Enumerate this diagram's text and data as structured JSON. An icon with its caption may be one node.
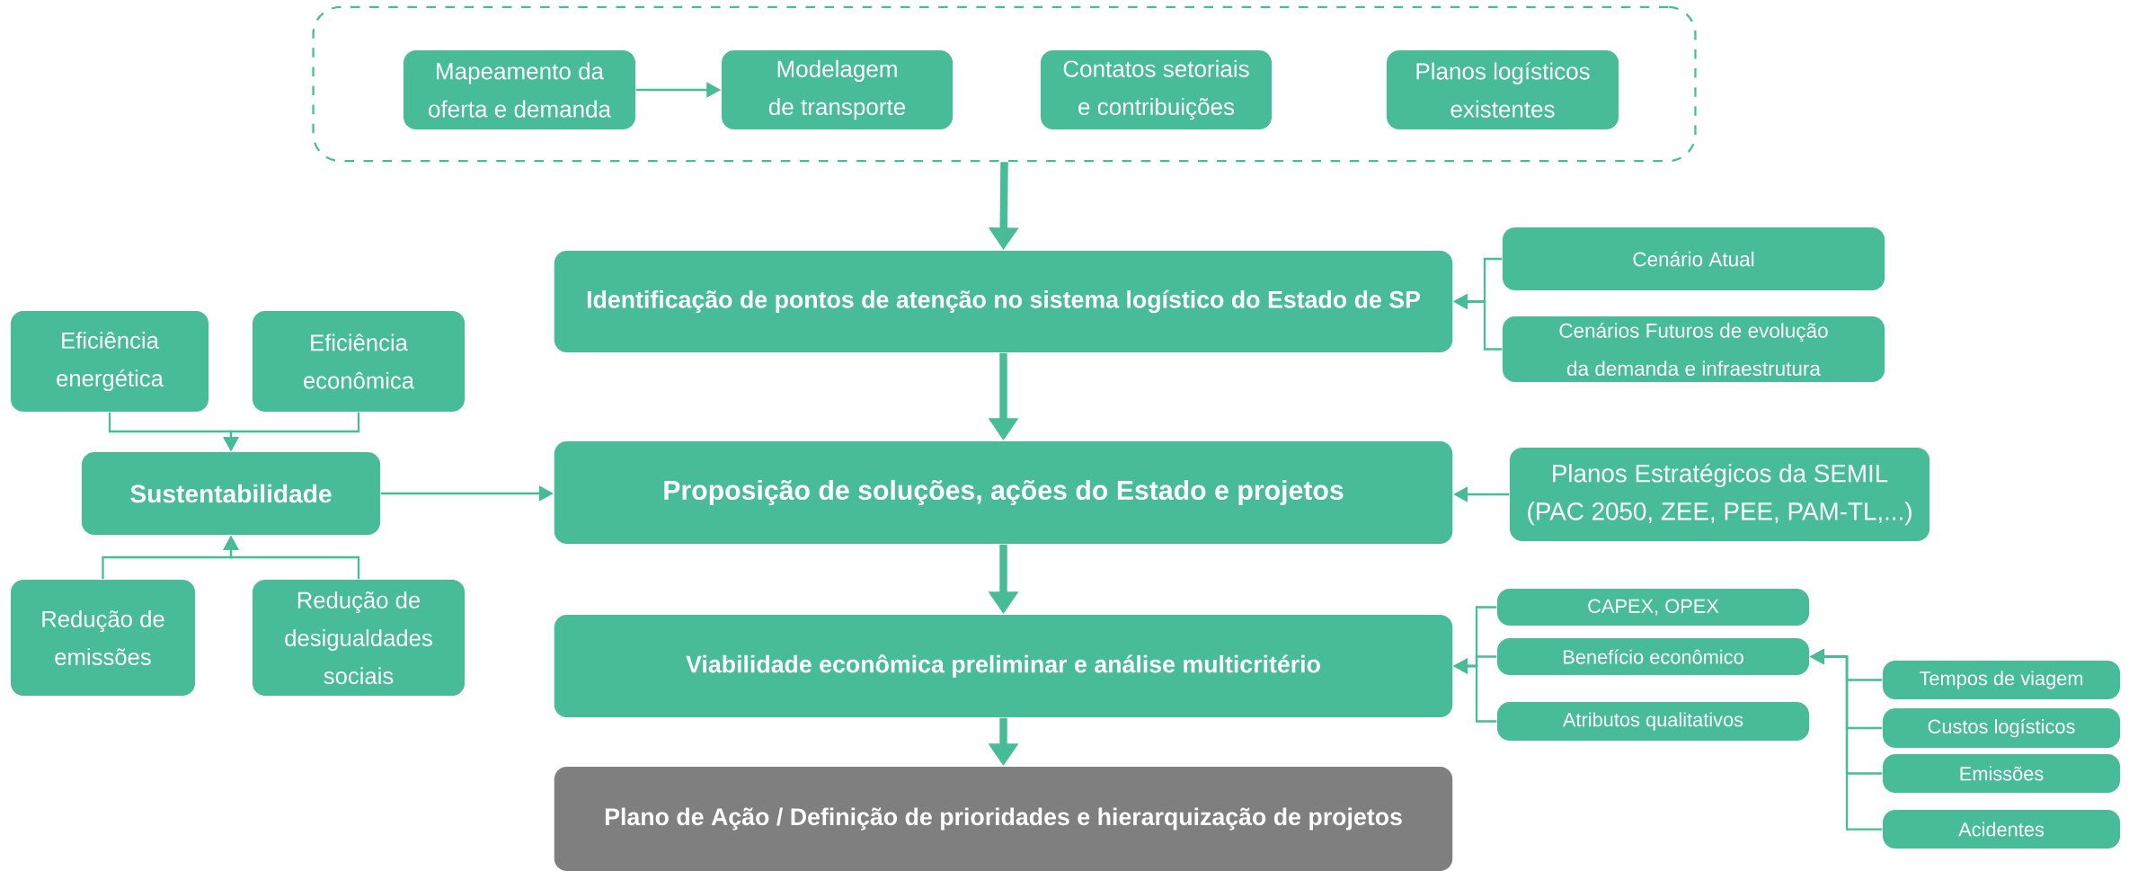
{
  "diagram": {
    "nodes": [
      {
        "text": [],
        "shape": "box"
      },
      {
        "text": [
          "Mapeamento da oferta e demanda"
        ],
        "in": 0
      },
      {
        "text": [
          "Modelagem de transporte"
        ],
        "in": 0
      },
      {
        "text": [
          "Contatos setoriais e contribuições"
        ],
        "in": 0
      },
      {
        "text": [
          "Planos logísticos existentes"
        ],
        "in": 0
      },
      {
        "text": [
          "Identificação de pontos de atenção no sistema logístico do Estado de SP"
        ]
      },
      {
        "text": [
          "Cenário Atual"
        ]
      },
      {
        "text": [
          "Cenários Futuros de evolução da demanda e infraestrutura"
        ]
      },
      {
        "text": [
          "Eficiência energética"
        ]
      },
      {
        "text": [
          "Eficiência econômica"
        ]
      },
      {
        "text": [
          "Sustentabilidade"
        ]
      },
      {
        "text": [
          "Redução de emissões"
        ]
      },
      {
        "text": [
          "Redução de desigualdades sociais"
        ]
      },
      {
        "text": [
          "Proposição de soluções, ações do Estado e projetos"
        ]
      },
      {
        "text": [
          "Planos Estratégicos da SEMIL (PAC 2050, ZEE, PEE, PAM-TL,...)"
        ]
      },
      {
        "text": [
          "Viabilidade econômica preliminar e análise multicritério"
        ]
      },
      {
        "text": [
          "CAPEX, OPEX"
        ]
      },
      {
        "text": [
          "Benefício econômico"
        ]
      },
      {
        "text": [
          "Atributos qualitativos"
        ]
      },
      {
        "text": [
          "Tempos de viagem"
        ]
      },
      {
        "text": [
          "Custos logísticos"
        ]
      },
      {
        "text": [
          "Emissões"
        ]
      },
      {
        "text": [
          "Acidentes"
        ]
      },
      {
        "text": [
          "Plano de Ação / Definição de prioridades e hierarquização de projetos"
        ]
      }
    ],
    "edges": [
      {
        "from": 1,
        "to": 2,
        "arrow": "to"
      },
      {
        "from": 0,
        "to": 5,
        "arrow": "to",
        "style": "thick"
      },
      {
        "from": 6,
        "to": 5,
        "arrow": "to"
      },
      {
        "from": 7,
        "to": 5,
        "arrow": "to"
      },
      {
        "from": 5,
        "to": 13,
        "arrow": "to",
        "style": "thick"
      },
      {
        "from": 8,
        "to": 10,
        "arrow": "to"
      },
      {
        "from": 9,
        "to": 10,
        "arrow": "to"
      },
      {
        "from": 11,
        "to": 10,
        "arrow": "to"
      },
      {
        "from": 12,
        "to": 10,
        "arrow": "to"
      },
      {
        "from": 10,
        "to": 13,
        "arrow": "to"
      },
      {
        "from": 14,
        "to": 13,
        "arrow": "to"
      },
      {
        "from": 13,
        "to": 15,
        "arrow": "to",
        "style": "thick"
      },
      {
        "from": 16,
        "to": 15,
        "arrow": "to"
      },
      {
        "from": 17,
        "to": 15,
        "arrow": "to"
      },
      {
        "from": 18,
        "to": 15,
        "arrow": "to"
      },
      {
        "from": 19,
        "to": 17,
        "arrow": "to"
      },
      {
        "from": 20,
        "to": 17,
        "arrow": "to"
      },
      {
        "from": 21,
        "to": 17,
        "arrow": "to"
      },
      {
        "from": 22,
        "to": 17,
        "arrow": "to"
      },
      {
        "from": 15,
        "to": 23,
        "arrow": "to",
        "style": "thick"
      }
    ]
  }
}
